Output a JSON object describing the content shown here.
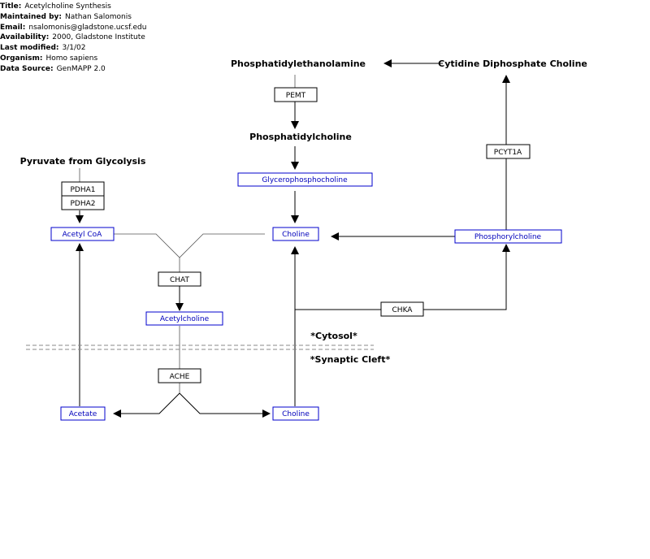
{
  "info": [
    {
      "key": "Title:",
      "value": "Acetylcholine Synthesis"
    },
    {
      "key": "Maintained by:",
      "value": "Nathan Salomonis"
    },
    {
      "key": "Email:",
      "value": "nsalomonis@gladstone.ucsf.edu"
    },
    {
      "key": "Availability:",
      "value": "2000, Gladstone Institute"
    },
    {
      "key": "Last modified:",
      "value": "3/1/02"
    },
    {
      "key": "Organism:",
      "value": "Homo sapiens"
    },
    {
      "key": "Data Source:",
      "value": "GenMAPP 2.0"
    }
  ],
  "labels": {
    "pe": "Phosphatidylethanolamine",
    "cdp_choline": "Cytidine Diphosphate Choline",
    "pc": "Phosphatidylcholine",
    "pyruvate": "Pyruvate from Glycolysis",
    "cytosol": "*Cytosol*",
    "synaptic_cleft": "*Synaptic Cleft*"
  },
  "genes": {
    "pemt": "PEMT",
    "pcyt1a": "PCYT1A",
    "pdha1": "PDHA1",
    "pdha2": "PDHA2",
    "chat": "CHAT",
    "chka": "CHKA",
    "ache": "ACHE"
  },
  "metabolites": {
    "gpc": "Glycerophosphocholine",
    "acetyl_coa": "Acetyl CoA",
    "choline_top": "Choline",
    "phosphorylcholine": "Phosphorylcholine",
    "acetylcholine": "Acetylcholine",
    "acetate": "Acetate",
    "choline_bottom": "Choline"
  },
  "colors": {
    "metabolite_border": "#0000cc",
    "metabolite_text": "#0000bb",
    "gene_border": "#000000"
  }
}
